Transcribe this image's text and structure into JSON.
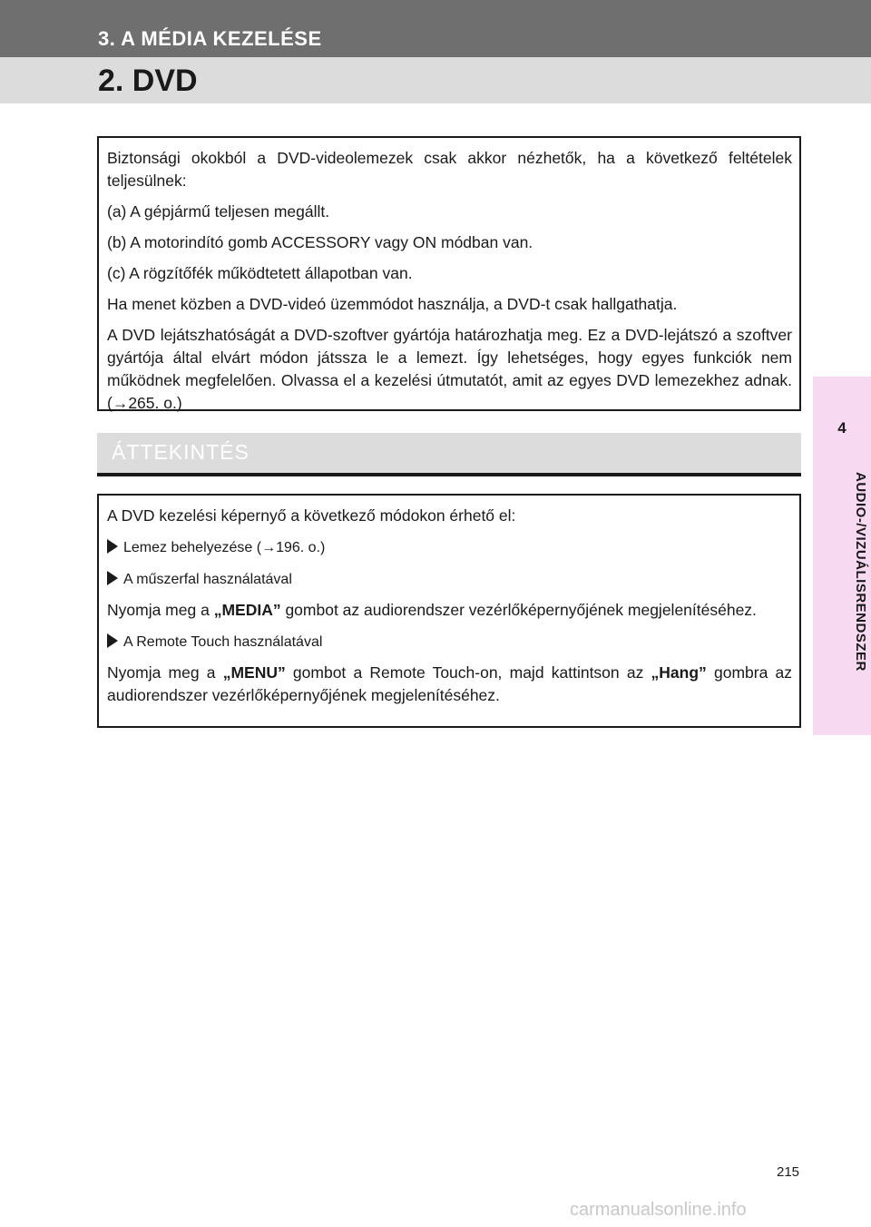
{
  "header": {
    "section_label": "3. A MÉDIA KEZELÉSE",
    "page_title": "2. DVD"
  },
  "side_tab": {
    "number": "4",
    "label": "AUDIO-/VIZUÁLISRENDSZER",
    "color": "#f7d9f2"
  },
  "safety_box": {
    "intro": "Biztonsági okokból a DVD-videolemezek csak akkor nézhetők, ha a következő feltételek teljesülnek:",
    "cond_a": "(a) A gépjármű teljesen megállt.",
    "cond_b": "(b) A motorindító gomb ACCESSORY vagy ON módban van.",
    "cond_c": "(c) A rögzítőfék működtetett állapotban van.",
    "driving_note": "Ha menet közben a DVD-videó üzemmódot használja, a DVD-t csak hallgathatja.",
    "playability_note": "A DVD lejátszhatóságát a DVD-szoftver gyártója határozhatja meg. Ez a DVD-lejátszó a szoftver gyártója által elvárt módon játssza le a lemezt. Így lehetséges, hogy egyes funkciók nem működnek megfelelően. Olvassa el a kezelési útmutatót, amit az egyes DVD lemezekhez adnak. (→265. o.)"
  },
  "overview": {
    "heading": "ÁTTEKINTÉS",
    "intro": "A DVD kezelési képernyő a következő módokon érhető el:",
    "item1": "Lemez behelyezése (→196. o.)",
    "item2": "A műszerfal használatával",
    "item2_desc_pre": "Nyomja meg a ",
    "item2_desc_btn": "„MEDIA”",
    "item2_desc_post": " gombot az audiorendszer vezérlőképernyőjének megjelenítéséhez.",
    "item3": "A Remote Touch használatával",
    "item3_desc_pre": "Nyomja meg a ",
    "item3_desc_btn1": "„MENU”",
    "item3_desc_mid": " gombot a Remote Touch-on, majd kattintson az ",
    "item3_desc_btn2": "„Hang”",
    "item3_desc_post": " gombra az audiorendszer vezérlőképernyőjének megjelenítéséhez."
  },
  "footer": {
    "page_number": "215",
    "watermark": "carmanualsonline.info"
  },
  "colors": {
    "header_dark": "#6f6f6f",
    "header_light": "#dcdcdc",
    "tab_pink": "#f7d9f2"
  }
}
